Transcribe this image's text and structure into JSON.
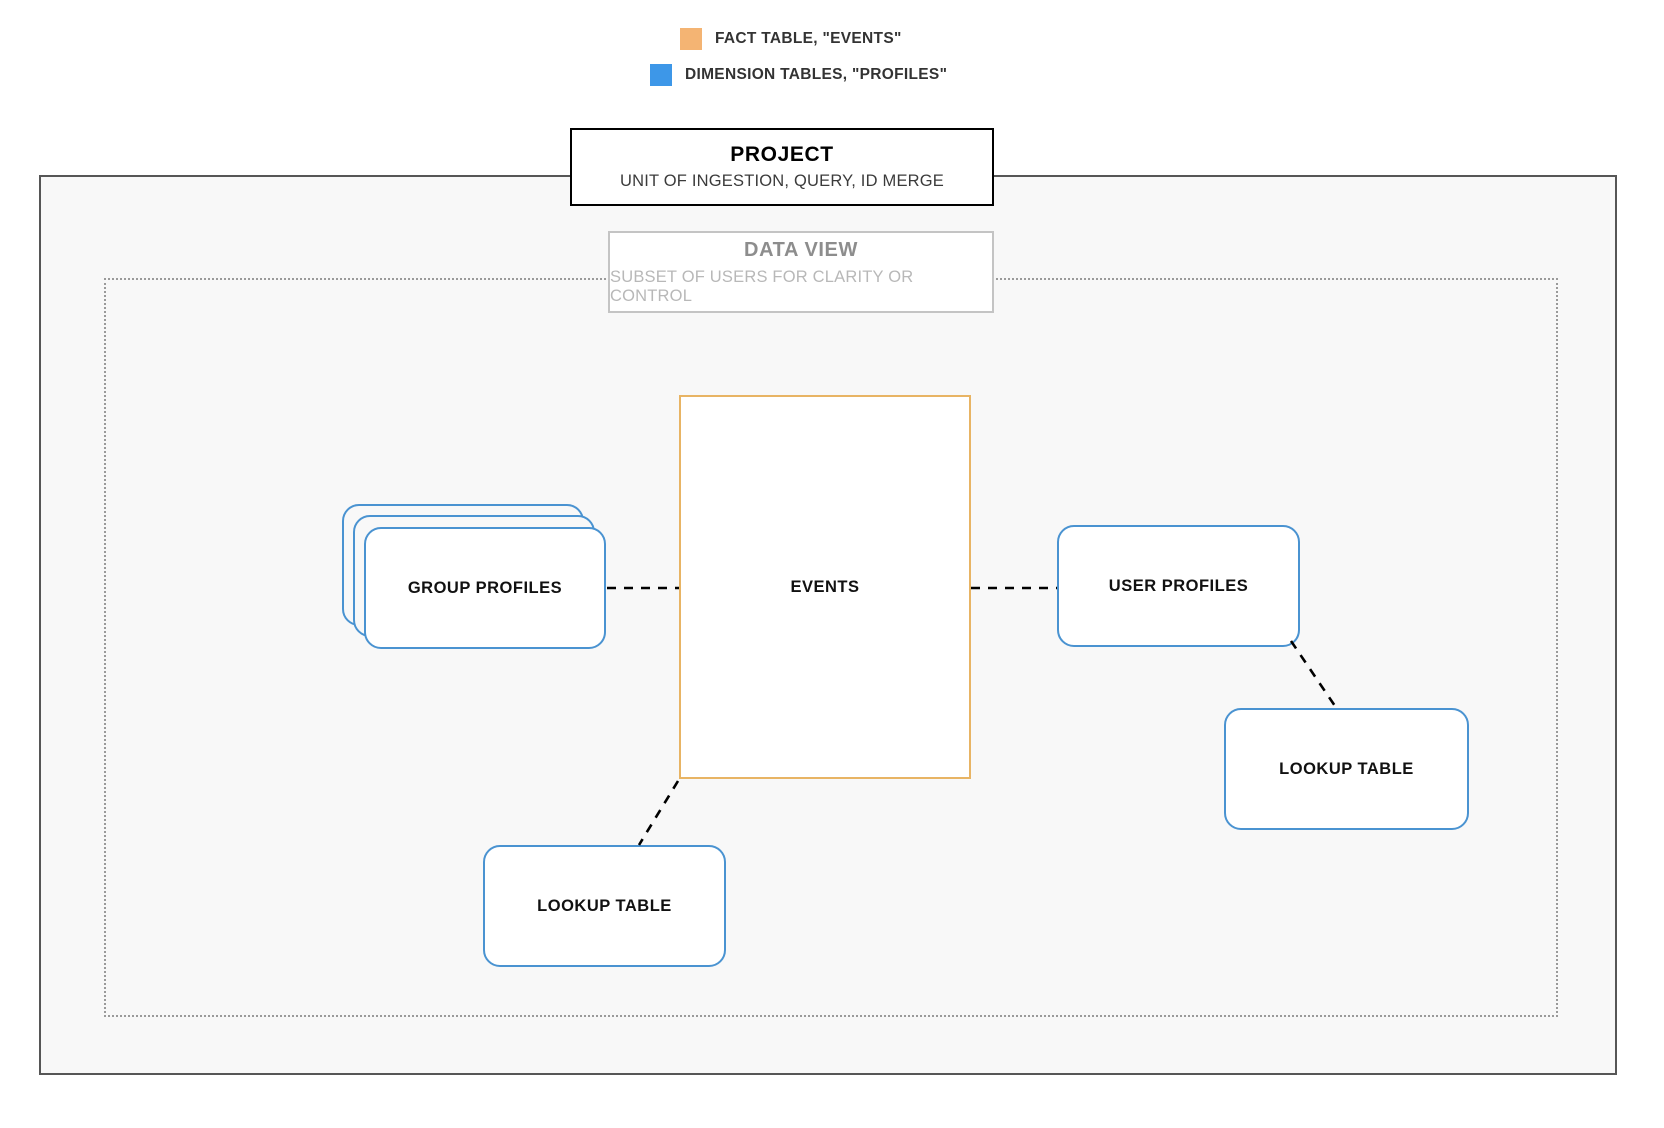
{
  "legend": {
    "items": [
      {
        "label": "FACT TABLE, \"EVENTS\"",
        "color": "#f4b473",
        "swatch_name": "fact-table-swatch"
      },
      {
        "label": "DIMENSION TABLES, \"PROFILES\"",
        "color": "#3d97e8",
        "swatch_name": "dimension-tables-swatch"
      }
    ]
  },
  "project": {
    "title": "PROJECT",
    "subtitle": "UNIT OF INGESTION, QUERY, ID MERGE",
    "border_color": "#000000"
  },
  "data_view": {
    "title": "DATA VIEW",
    "subtitle": "SUBSET OF USERS FOR CLARITY OR CONTROL",
    "border_color": "#c4c4c4",
    "text_color": "#8d8d8d"
  },
  "entities": {
    "events": {
      "label": "EVENTS",
      "border_color": "#e8b464",
      "kind": "fact-table"
    },
    "group_profiles": {
      "label": "GROUP PROFILES",
      "border_color": "#4a93d1",
      "kind": "dimension-table",
      "stacked": 3
    },
    "user_profiles": {
      "label": "USER PROFILES",
      "border_color": "#4a93d1",
      "kind": "dimension-table"
    },
    "lookup_table_left": {
      "label": "LOOKUP TABLE",
      "border_color": "#4a93d1",
      "kind": "dimension-table"
    },
    "lookup_table_right": {
      "label": "LOOKUP TABLE",
      "border_color": "#4a93d1",
      "kind": "dimension-table"
    }
  },
  "connections": [
    {
      "name": "group-profiles-to-events",
      "from": "group_profiles",
      "to": "events",
      "style": "dashed"
    },
    {
      "name": "events-to-user-profiles",
      "from": "events",
      "to": "user_profiles",
      "style": "dashed"
    },
    {
      "name": "events-to-lookup-table-left",
      "from": "events",
      "to": "lookup_table_left",
      "style": "dashed"
    },
    {
      "name": "user-profiles-to-lookup-table-right",
      "from": "user_profiles",
      "to": "lookup_table_right",
      "style": "dashed"
    }
  ],
  "frames": {
    "outer": {
      "name": "project-boundary",
      "border_color": "#565656",
      "fill": "#f8f8f8",
      "style": "solid"
    },
    "inner": {
      "name": "data-view-boundary",
      "border_color": "#9a9a9a",
      "style": "dotted"
    }
  }
}
